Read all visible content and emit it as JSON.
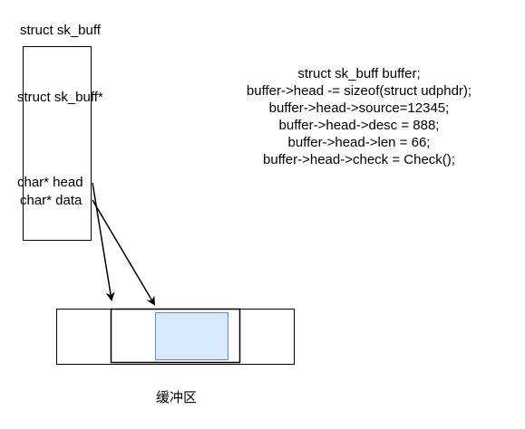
{
  "struct": {
    "title": "struct sk_buff",
    "field_skbuff_ptr": "struct sk_buff*",
    "field_head": "char* head",
    "field_data": "char* data"
  },
  "code": {
    "lines": [
      "struct sk_buff buffer;",
      "buffer->head -= sizeof(struct udphdr);",
      "buffer->head->source=12345;",
      "buffer->head->desc = 888;",
      "buffer->head->len = 66;",
      "buffer->head->check = Check();"
    ]
  },
  "buffer": {
    "label": "缓冲区"
  },
  "colors": {
    "stroke": "#000000",
    "highlight_fill": "#dae8fc",
    "highlight_stroke": "#6c8ebf"
  }
}
